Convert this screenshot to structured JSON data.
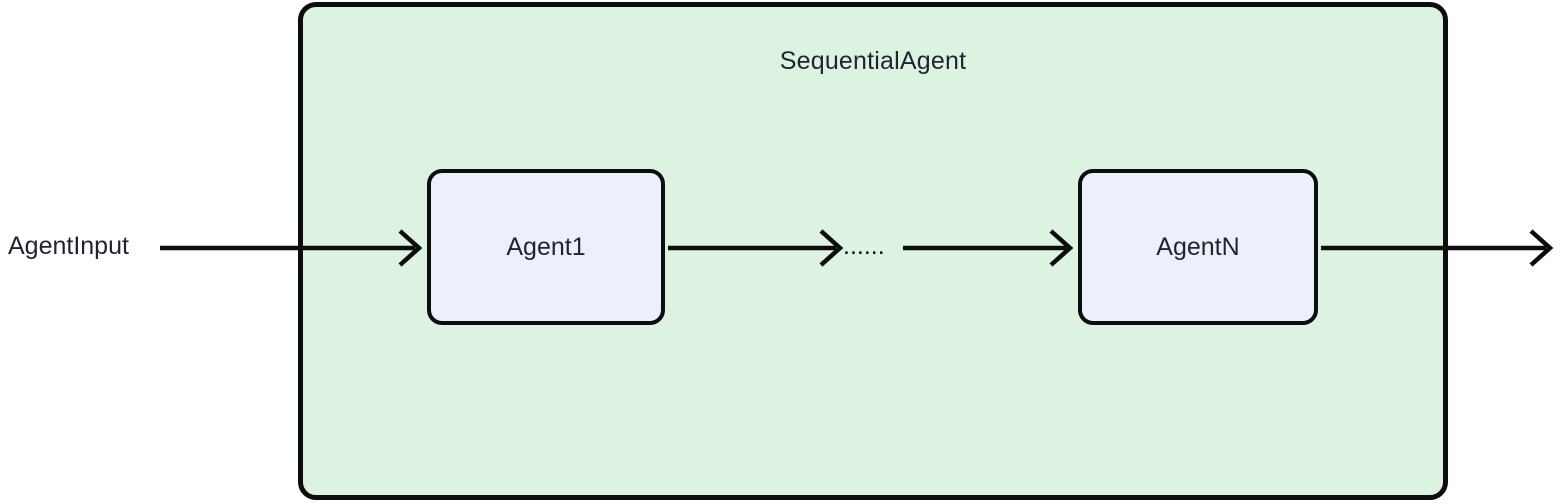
{
  "diagram": {
    "title": "SequentialAgent",
    "background_color": "#ffffff",
    "container": {
      "label": "SequentialAgent",
      "fill_color": "#ddf3e1",
      "border_color": "#0d0d0d"
    },
    "external_input": {
      "label": "AgentInput"
    },
    "nodes": [
      {
        "id": "agent1",
        "label": "Agent1",
        "fill_color": "#edf0fb",
        "border_color": "#0d0d0d"
      },
      {
        "id": "agentN",
        "label": "AgentN",
        "fill_color": "#edf0fb",
        "border_color": "#0d0d0d"
      }
    ],
    "continuation": {
      "label": "......"
    },
    "edges": [
      {
        "id": "edge-input-agent1",
        "from": "AgentInput",
        "to": "Agent1",
        "label": ""
      },
      {
        "id": "edge-agent1-ellipsis",
        "from": "Agent1",
        "to": "......",
        "label": ""
      },
      {
        "id": "edge-ellipsis-agentN",
        "from": "......",
        "to": "AgentN",
        "label": ""
      },
      {
        "id": "edge-agentN-output",
        "from": "AgentN",
        "to": "output",
        "label": ""
      }
    ],
    "text_color": "#1f2430",
    "stroke_color": "#0d0d0d"
  }
}
